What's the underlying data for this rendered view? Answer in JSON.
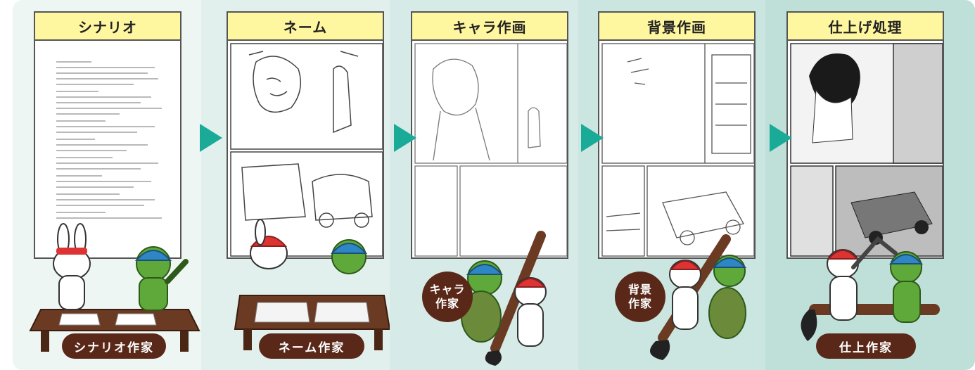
{
  "steps": [
    {
      "title": "シナリオ",
      "creator": "シナリオ作家"
    },
    {
      "title": "ネーム",
      "creator": "ネーム作家"
    },
    {
      "title": "キャラ作画",
      "creator": "キャラ\n作家"
    },
    {
      "title": "背景作画",
      "creator": "背景\n作家"
    },
    {
      "title": "仕上げ処理",
      "creator": "仕上作家"
    }
  ],
  "colors": {
    "arrow": "#1aab98",
    "title_bg": "#fff6a0",
    "label_bg": "#5a2818",
    "panel_bg": [
      "#eef6f4",
      "#e2f0ed",
      "#d6ebe7",
      "#cbe5e0",
      "#bfdfd9"
    ]
  }
}
